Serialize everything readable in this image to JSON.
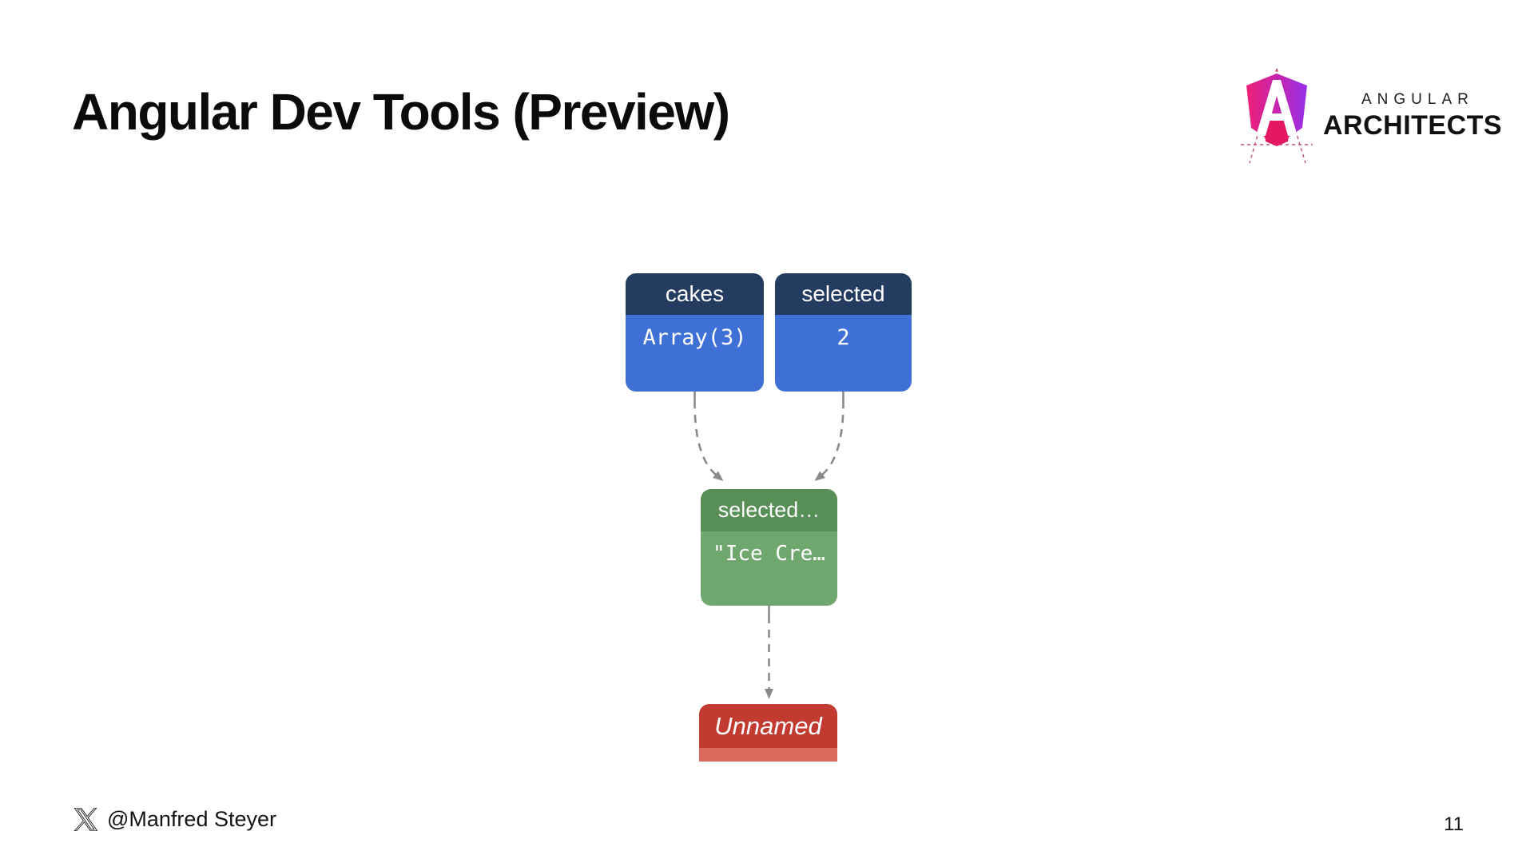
{
  "slide": {
    "title": "Angular Dev Tools (Preview)",
    "footer": {
      "handle": "@Manfred Steyer"
    },
    "page_number": "11"
  },
  "logo": {
    "top": "ANGULAR",
    "bottom": "ARCHITECTS",
    "emblem_colors": {
      "pink": "#ee1f78",
      "purple": "#9630ea",
      "crimson": "#e41762"
    }
  },
  "diagram": {
    "edge_color": "#8a8a8a",
    "nodes": [
      {
        "id": "cakes",
        "label": "cakes",
        "value": "Array(3)",
        "header_color": "#253c61",
        "body_color": "#3e70d6"
      },
      {
        "id": "selected",
        "label": "selected",
        "value": "2",
        "header_color": "#253c61",
        "body_color": "#3e70d6"
      },
      {
        "id": "selected-cake",
        "label": "selected…",
        "value": "\"Ice Cre…",
        "header_color": "#588f57",
        "body_color": "#6fa76e"
      },
      {
        "id": "unnamed",
        "label": "Unnamed",
        "value": "",
        "header_color": "#c23b31",
        "body_color": "#d9695a"
      }
    ]
  }
}
